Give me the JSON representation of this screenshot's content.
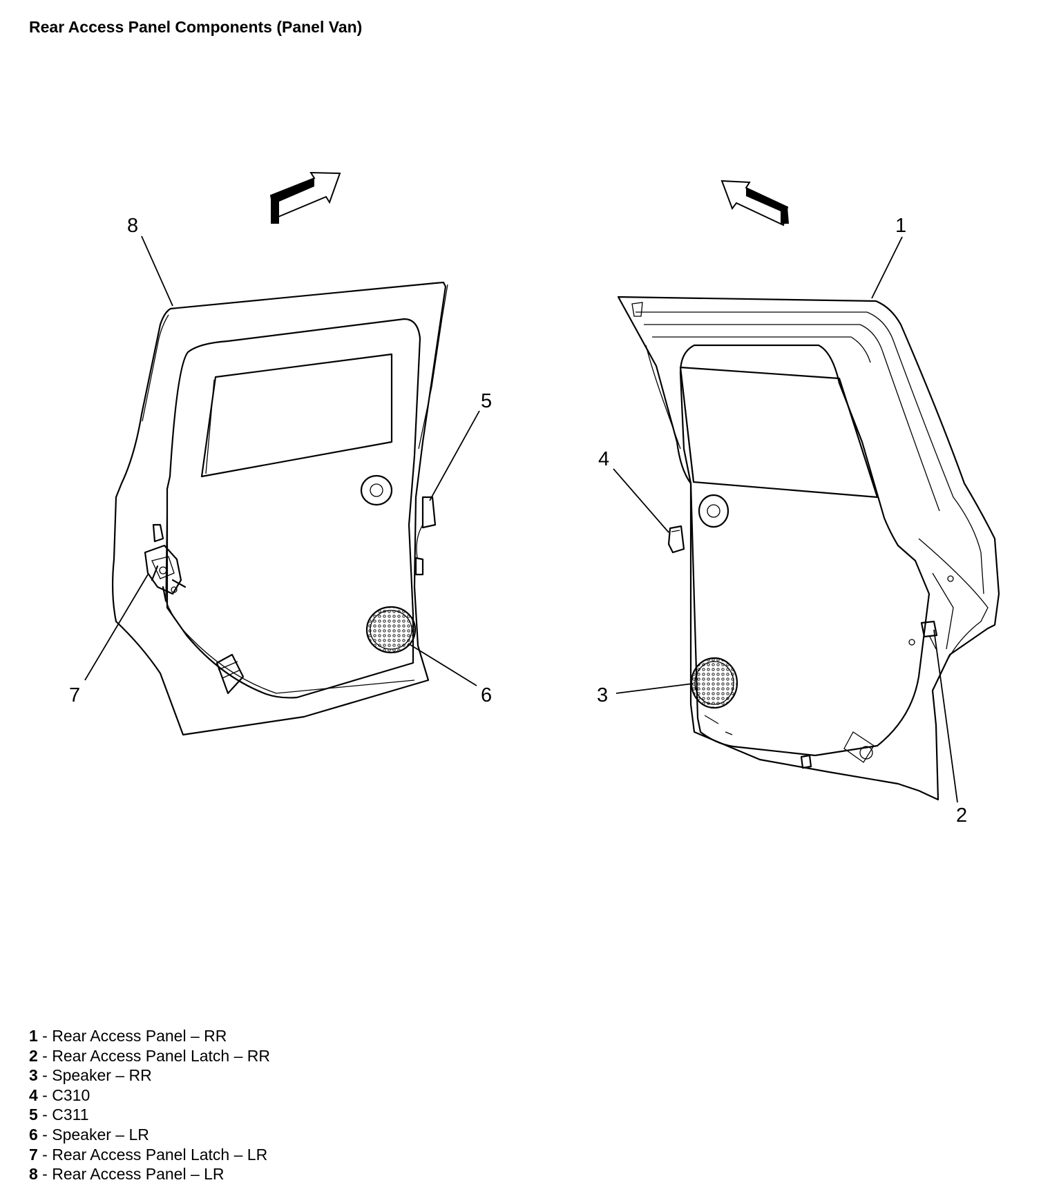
{
  "title": "Rear Access Panel Components (Panel Van)",
  "callouts": [
    "1",
    "2",
    "3",
    "4",
    "5",
    "6",
    "7",
    "8"
  ],
  "legend": [
    {
      "num": "1",
      "sep": " - ",
      "label": "Rear Access Panel – RR"
    },
    {
      "num": "2",
      "sep": " - ",
      "label": "Rear Access Panel Latch – RR"
    },
    {
      "num": "3",
      "sep": " - ",
      "label": "Speaker – RR"
    },
    {
      "num": "4",
      "sep": " - ",
      "label": "C310"
    },
    {
      "num": "5",
      "sep": " - ",
      "label": "C311"
    },
    {
      "num": "6",
      "sep": " - ",
      "label": "Speaker – LR"
    },
    {
      "num": "7",
      "sep": " - ",
      "label": "Rear Access Panel Latch – LR"
    },
    {
      "num": "8",
      "sep": " - ",
      "label": "Rear Access Panel – LR"
    }
  ],
  "colors": {
    "line": "#000000",
    "background": "#ffffff"
  }
}
